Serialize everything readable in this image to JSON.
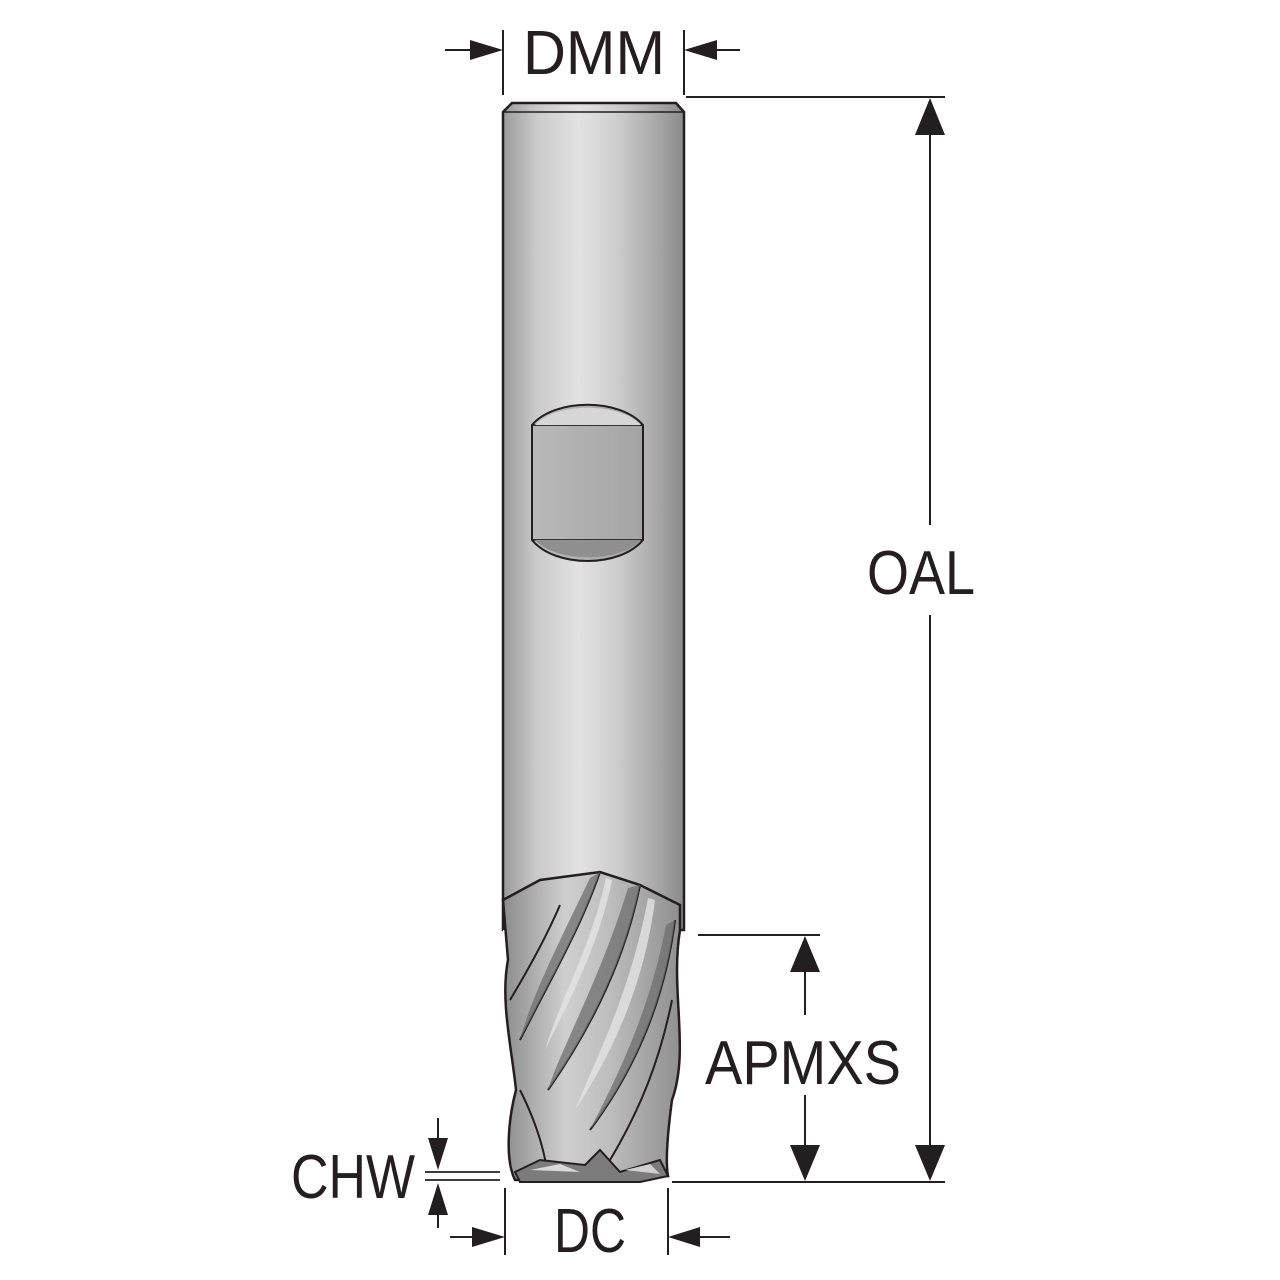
{
  "labels": {
    "dmm": "DMM",
    "oal": "OAL",
    "apmxs": "APMXS",
    "chw": "CHW",
    "dc": "DC"
  },
  "colors": {
    "line": "#231f20",
    "tool_light": "#dcdcdc",
    "tool_mid": "#b7b7b7",
    "tool_dark": "#8e8e8e",
    "flat": "#a9a9a9",
    "flute_dark": "#6f6f6f",
    "background": "#ffffff"
  }
}
